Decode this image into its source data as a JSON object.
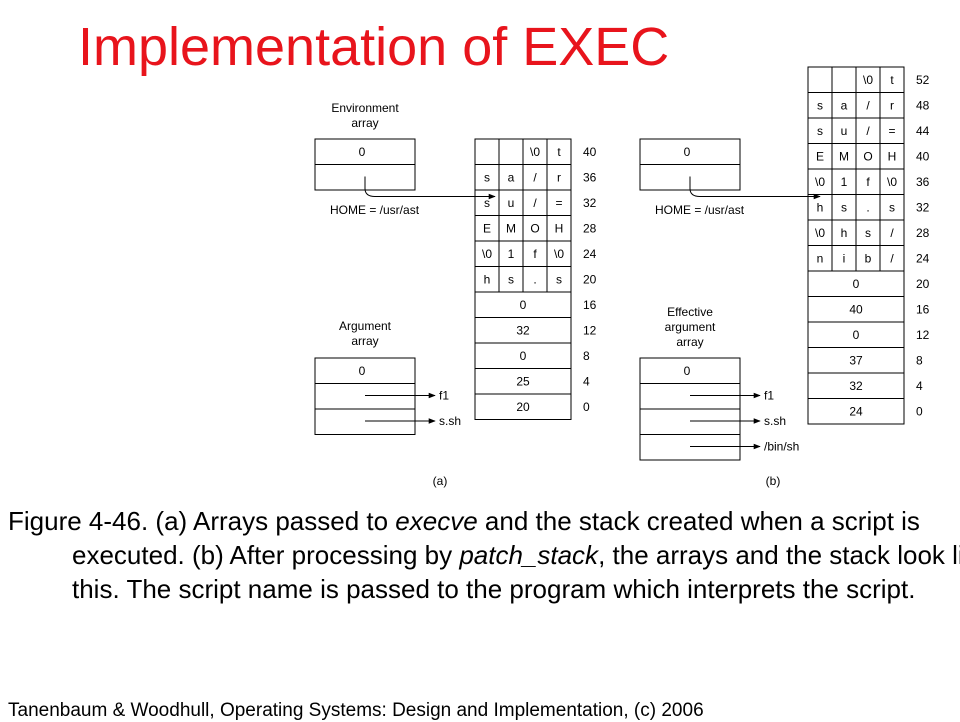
{
  "title": "Implementation of EXEC",
  "figure": {
    "panel_a": {
      "label": "(a)",
      "env_label": [
        "Environment",
        "array"
      ],
      "env_cells": [
        "0",
        ""
      ],
      "home_text": "HOME = /usr/ast",
      "arg_label": [
        "Argument",
        "array"
      ],
      "arg_cells": [
        "0",
        "",
        ""
      ],
      "arg_pointers": [
        "f1",
        "s.sh"
      ],
      "stack_char_rows": [
        [
          "",
          "",
          "\\0",
          "t"
        ],
        [
          "s",
          "a",
          "/",
          "r"
        ],
        [
          "s",
          "u",
          "/",
          "="
        ],
        [
          "E",
          "M",
          "O",
          "H"
        ],
        [
          "\\0",
          "1",
          "f",
          "\\0"
        ],
        [
          "h",
          "s",
          ".",
          "s"
        ]
      ],
      "stack_word_rows": [
        "0",
        "32",
        "0",
        "25",
        "20"
      ],
      "stack_addresses": [
        "40",
        "36",
        "32",
        "28",
        "24",
        "20",
        "16",
        "12",
        "8",
        "4",
        "0"
      ]
    },
    "panel_b": {
      "label": "(b)",
      "env_cells": [
        "0",
        ""
      ],
      "home_text": "HOME = /usr/ast",
      "arg_label": [
        "Effective",
        "argument",
        "array"
      ],
      "arg_cells": [
        "0",
        "",
        "",
        ""
      ],
      "arg_pointers": [
        "f1",
        "s.sh",
        "/bin/sh"
      ],
      "stack_char_rows": [
        [
          "",
          "",
          "\\0",
          "t"
        ],
        [
          "s",
          "a",
          "/",
          "r"
        ],
        [
          "s",
          "u",
          "/",
          "="
        ],
        [
          "E",
          "M",
          "O",
          "H"
        ],
        [
          "\\0",
          "1",
          "f",
          "\\0"
        ],
        [
          "h",
          "s",
          ".",
          "s"
        ],
        [
          "\\0",
          "h",
          "s",
          "/"
        ],
        [
          "n",
          "i",
          "b",
          "/"
        ]
      ],
      "stack_word_rows": [
        "0",
        "40",
        "0",
        "37",
        "32",
        "24"
      ],
      "stack_addresses": [
        "52",
        "48",
        "44",
        "40",
        "36",
        "32",
        "28",
        "24",
        "20",
        "16",
        "12",
        "8",
        "4",
        "0"
      ]
    }
  },
  "caption": {
    "prefix": "Figure 4-46.  (a) Arrays passed to ",
    "em1": "execve",
    "mid": " and the stack created when a script is executed.  (b) After processing by ",
    "em2": "patch_stack",
    "suffix": ", the arrays and the stack look like this.  The script name is passed to the program which interprets the script."
  },
  "credit": "Tanenbaum & Woodhull, Operating Systems: Design and Implementation, (c) 2006"
}
